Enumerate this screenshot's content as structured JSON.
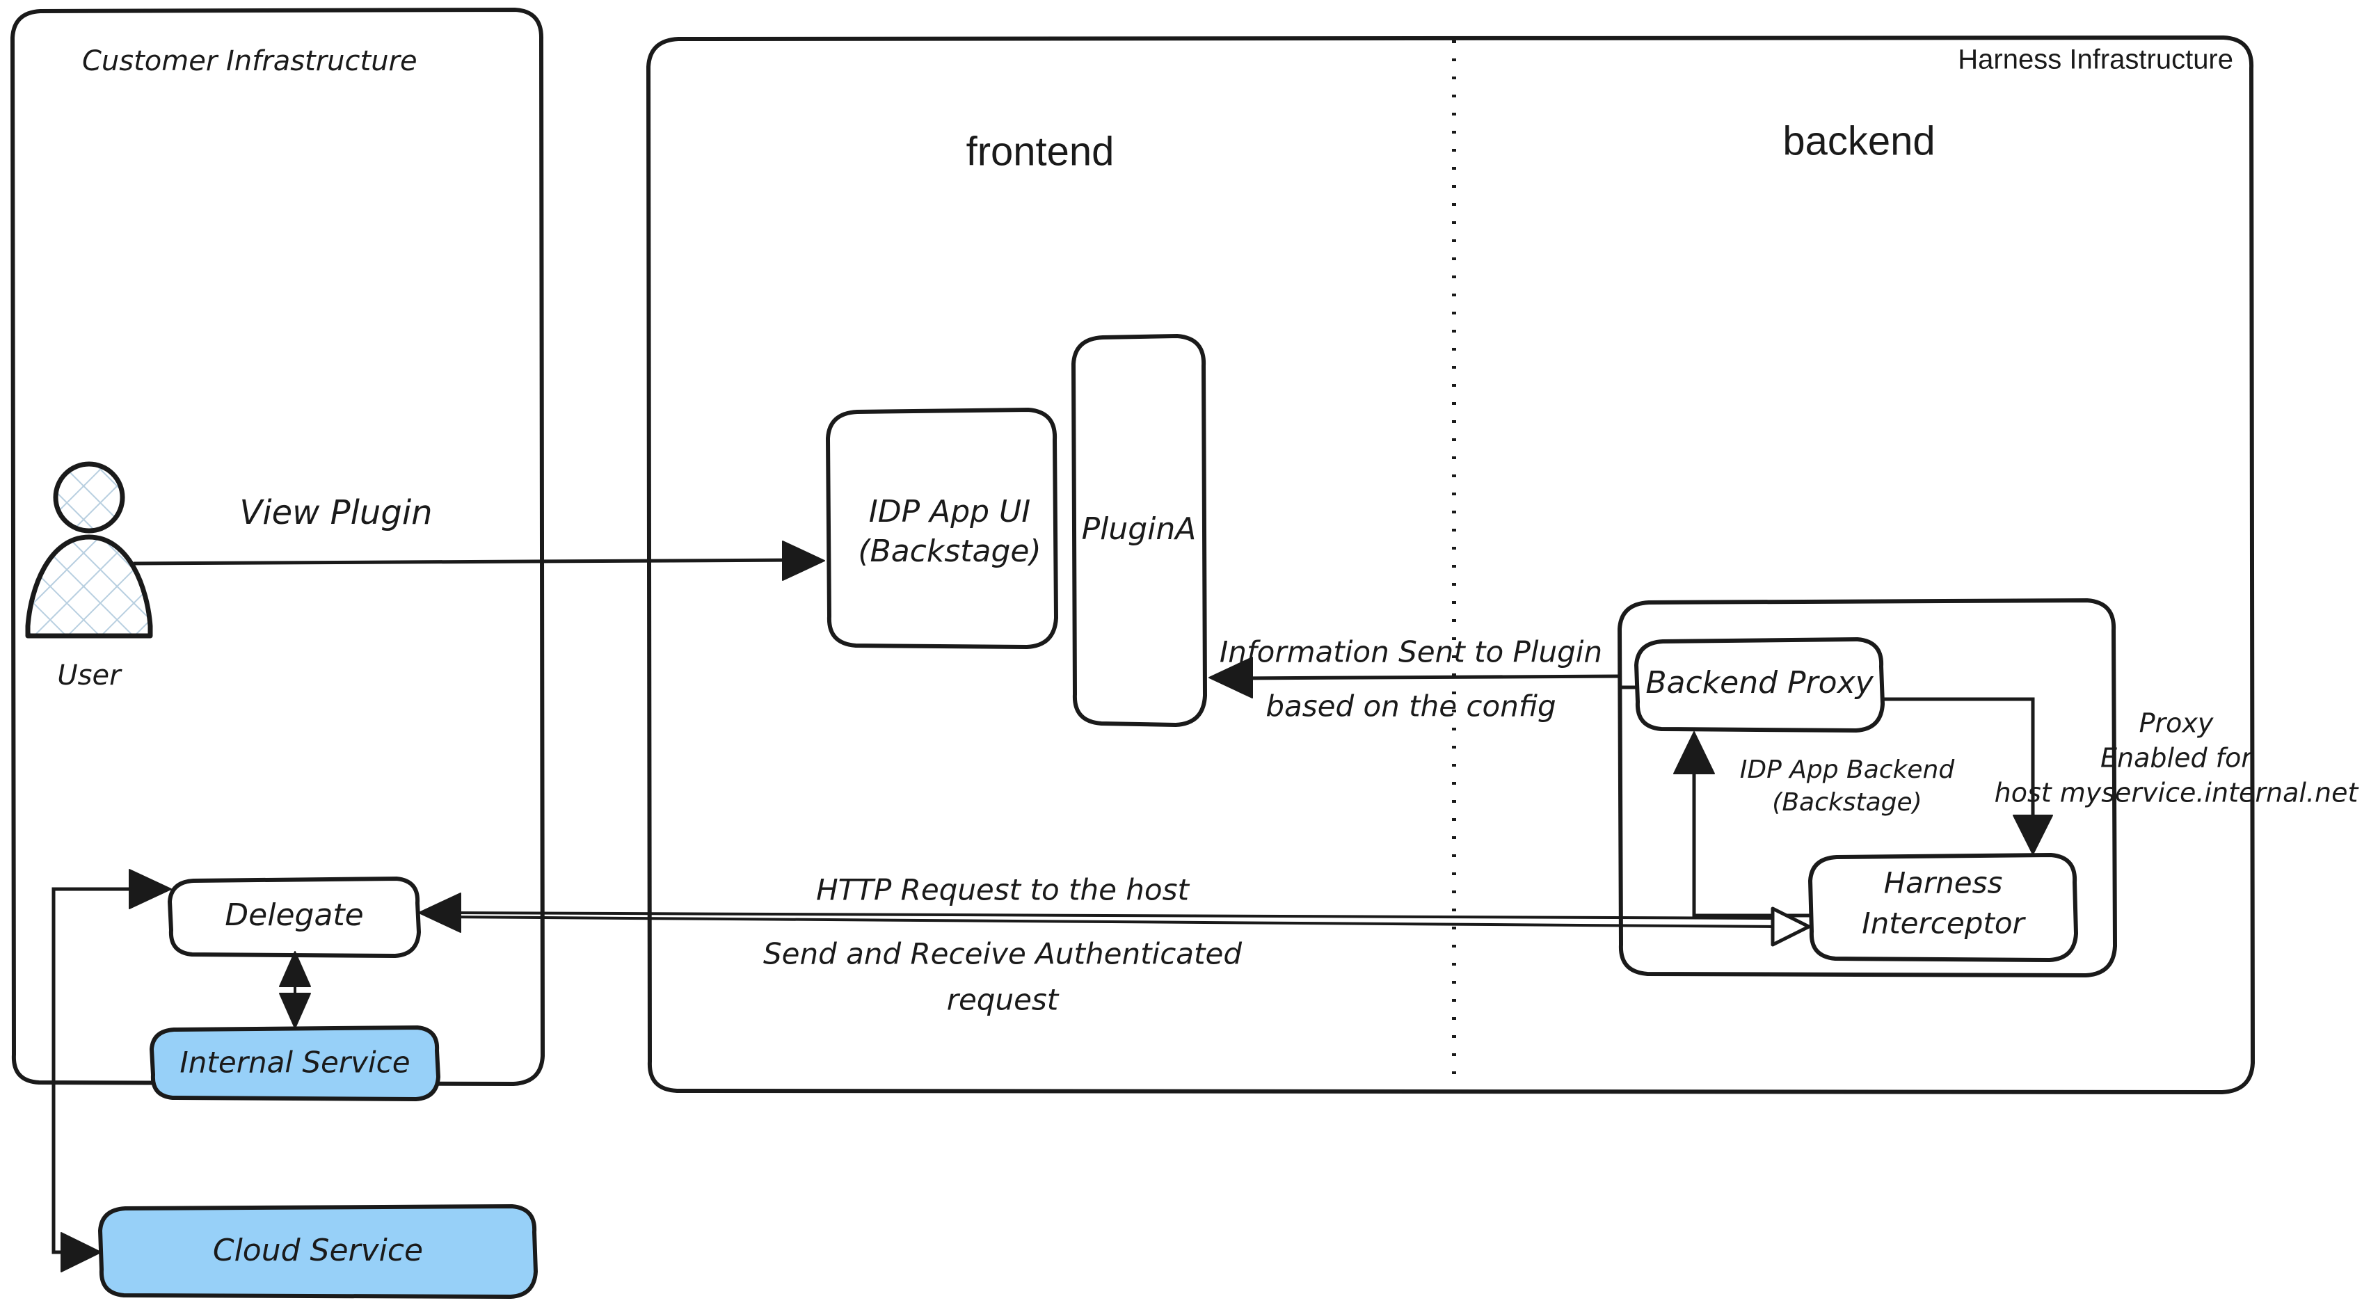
{
  "diagram": {
    "title": "Harness IDP Plugin Backend Proxy Architecture",
    "type": "architecture-flow-diagram"
  },
  "containers": [
    {
      "id": "customer-infrastructure",
      "label": "Customer Infrastructure",
      "label_font": "handwritten",
      "fill": "#ffffff",
      "stroke": "#1a1a1a"
    },
    {
      "id": "harness-infrastructure",
      "label": "Harness Infrastructure",
      "label_font": "plain",
      "fill": "#ffffff",
      "stroke": "#1a1a1a"
    },
    {
      "id": "idp-app-backend-group",
      "label": "IDP App Backend\n(Backstage)",
      "label_line1": "IDP App Backend",
      "label_line2": "(Backstage)",
      "fill": "#ffffff",
      "stroke": "#1a1a1a"
    }
  ],
  "section_headers": [
    {
      "id": "frontend-header",
      "label": "frontend"
    },
    {
      "id": "backend-header",
      "label": "backend"
    }
  ],
  "actors": [
    {
      "id": "user",
      "label": "User",
      "icon": "user-person-icon"
    }
  ],
  "nodes": [
    {
      "id": "idp-app-ui",
      "line1": "IDP App UI",
      "line2": "(Backstage)",
      "fill": "#ffffff",
      "shape": "rounded-rect"
    },
    {
      "id": "plugin-a",
      "line1": "PluginA",
      "line2": "",
      "fill": "#ffffff",
      "shape": "rounded-rect-tall"
    },
    {
      "id": "backend-proxy",
      "line1": "Backend Proxy",
      "line2": "",
      "fill": "#ffffff",
      "shape": "rounded-rect"
    },
    {
      "id": "harness-interceptor",
      "line1": "Harness",
      "line2": "Interceptor",
      "fill": "#ffffff",
      "shape": "rounded-rect"
    },
    {
      "id": "delegate",
      "line1": "Delegate",
      "line2": "",
      "fill": "#ffffff",
      "shape": "rounded-rect"
    },
    {
      "id": "internal-service",
      "line1": "Internal Service",
      "line2": "",
      "fill": "#97D0F8",
      "shape": "rounded-rect"
    },
    {
      "id": "cloud-service",
      "line1": "Cloud Service",
      "line2": "",
      "fill": "#97D0F8",
      "shape": "rounded-rect"
    }
  ],
  "edge_labels": [
    {
      "id": "view-plugin-label",
      "line1": "View Plugin",
      "line2": "",
      "from": "user",
      "to": "idp-app-ui"
    },
    {
      "id": "information-sent-label",
      "line1": "Information Sent to Plugin",
      "line2": "based on the config",
      "from": "backend-proxy",
      "to": "plugin-a"
    },
    {
      "id": "http-request-label",
      "line1": "HTTP Request to the host",
      "line2": "Send and Receive Authenticated",
      "line3": "request",
      "from": "harness-interceptor",
      "to": "delegate"
    },
    {
      "id": "proxy-enabled-label",
      "line1": "Proxy",
      "line2": "Enabled for",
      "line3": "host myservice.internal.net",
      "from": "backend-proxy",
      "to": "harness-interceptor"
    }
  ],
  "colors": {
    "stroke": "#1a1a1a",
    "background": "#ffffff",
    "blue_fill": "#97D0F8",
    "user_hatch": "#b8cfe0"
  }
}
